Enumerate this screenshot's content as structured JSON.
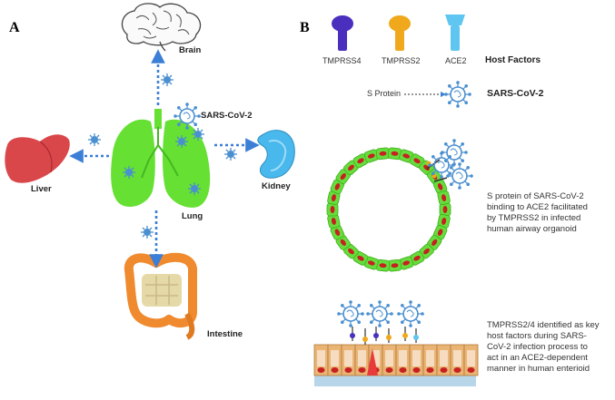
{
  "panels": {
    "a": "A",
    "b": "B"
  },
  "organs": {
    "brain": "Brain",
    "liver": "Liver",
    "kidney": "Kidney",
    "lung": "Lung",
    "intestine": "Intestine"
  },
  "virus_label": "SARS-CoV-2",
  "host_factors": {
    "items": [
      "TMPRSS4",
      "TMPRSS2",
      "ACE2"
    ],
    "title": "Host Factors",
    "colors": [
      "#4a2fbf",
      "#f0a81c",
      "#5ec6f0"
    ]
  },
  "s_protein_label": "S Protein",
  "virus_label_b": "SARS-CoV-2",
  "descriptions": {
    "organoid": [
      "S protein of SARS-CoV-2",
      "binding to ACE2 facilitated",
      "by TMPRSS2 in infected",
      "human airway organoid"
    ],
    "enteroid": [
      "TMPRSS2/4 identified as key",
      "host factors during SARS-",
      "CoV-2  infection process to",
      "act in an ACE2-dependent",
      "manner in human enterioid"
    ]
  },
  "colors": {
    "lung": "#66e033",
    "arrow": "#3b7fd6",
    "virus": "#4a8fd0",
    "liver": "#d9474a",
    "kidney": "#49b8ec",
    "intestine": "#f08a2e",
    "organoid_cell": "#66dd3c",
    "nucleus": "#c62020"
  }
}
